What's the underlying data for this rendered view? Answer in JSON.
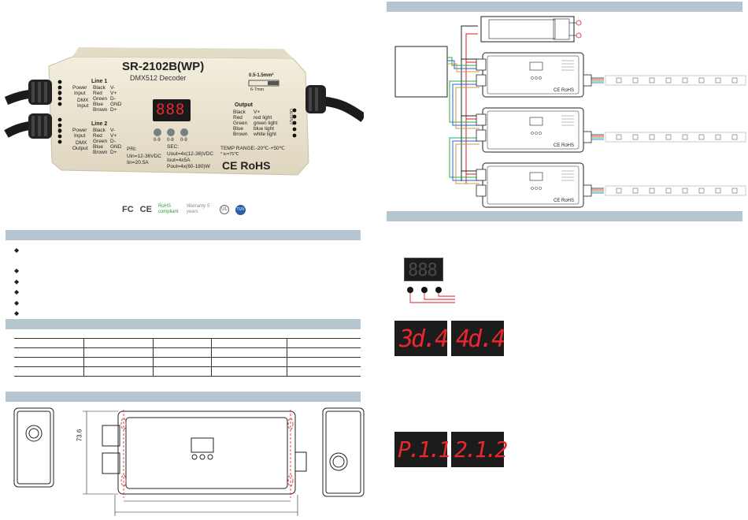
{
  "product": {
    "model": "SR-2102B(WP)",
    "subtitle": "DMX512 Decoder",
    "line1_title": "Line 1",
    "line2_title": "Line 2",
    "line1_labels": [
      "Power",
      "Input",
      "DMX",
      "Input"
    ],
    "line1_wires": [
      "Black",
      "Red",
      "Green",
      "Blue",
      "Brown"
    ],
    "line1_pins": [
      "V-",
      "V+",
      "D-",
      "GND",
      "D+"
    ],
    "line2_labels": [
      "Power",
      "Input",
      "DMX",
      "Output"
    ],
    "line2_wires": [
      "Black",
      "Red",
      "Green",
      "Blue",
      "Brown"
    ],
    "line2_pins": [
      "V-",
      "V+",
      "D-",
      "GND",
      "D+"
    ],
    "display": "888",
    "button_labels": [
      "0-9",
      "0-9",
      "0-9"
    ],
    "wire_spec": "0.5-1.5mm²",
    "strip_length": "6-7mm",
    "output_title": "Output",
    "output_wires": [
      "Black",
      "Red",
      "Green",
      "Blue",
      "Brown"
    ],
    "output_names": [
      "V+",
      "red light",
      "green light",
      "blue light",
      "white light"
    ],
    "pri_title": "PRI:",
    "pri_lines": [
      "Uin=12-36VDC",
      "Iin=20.5A"
    ],
    "sec_title": "SEC:",
    "sec_lines": [
      "Uout=4x(12-36)VDC",
      "Iout=4x5A",
      "Pout=4x(60-180)W"
    ],
    "temp_range": "TEMP RANGE:-20℃-+50℃",
    "tc": "* tc=75℃",
    "marks": "CE RoHS",
    "side_label_1": "Line 1",
    "side_label_2": "Line 2",
    "side_label_out": "OUTPUT"
  },
  "certifications": [
    "FC",
    "CE",
    "RoHS compliant",
    "Warranty 5 years",
    "UL",
    "TUV"
  ],
  "feature_bullets": [
    "",
    "",
    "",
    "",
    "",
    ""
  ],
  "spec_table": {
    "rows": [
      [
        "",
        "",
        "",
        "",
        ""
      ],
      [
        "",
        "",
        "",
        "",
        ""
      ],
      [
        "",
        "",
        "",
        "",
        ""
      ],
      [
        "",
        "",
        "",
        "",
        ""
      ]
    ]
  },
  "dimensions": {
    "height": "73.6"
  },
  "display_examples": {
    "top": "888",
    "row1": [
      "3d.4",
      "4d.4"
    ],
    "row2": [
      "P.1.1",
      "2.1.2"
    ]
  },
  "wiring": {
    "units": 3
  },
  "colors": {
    "section_bar": "#b5c6d1",
    "led_red": "#e8282e",
    "wire_red": "#d81e1e",
    "wire_green": "#2aa84a",
    "wire_blue": "#2a5fd0",
    "housing": "#ece6d4"
  }
}
